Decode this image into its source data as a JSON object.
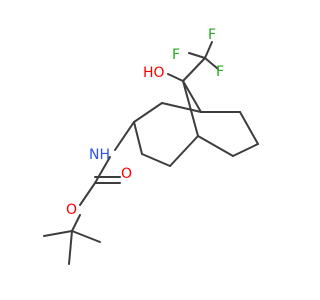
{
  "molecule": {
    "colors": {
      "bond": "#3d3d3d",
      "oxygen": "#ff0000",
      "nitrogen": "#3050f8",
      "fluorine": "#22aa22",
      "carbon": "#3d3d3d"
    },
    "labels": {
      "hydroxyl": "HO",
      "fluorine_top": "F",
      "fluorine_left": "F",
      "fluorine_right": "F",
      "amine": "NH",
      "carbonyl_oxygen": "O",
      "ester_oxygen": "O"
    }
  }
}
